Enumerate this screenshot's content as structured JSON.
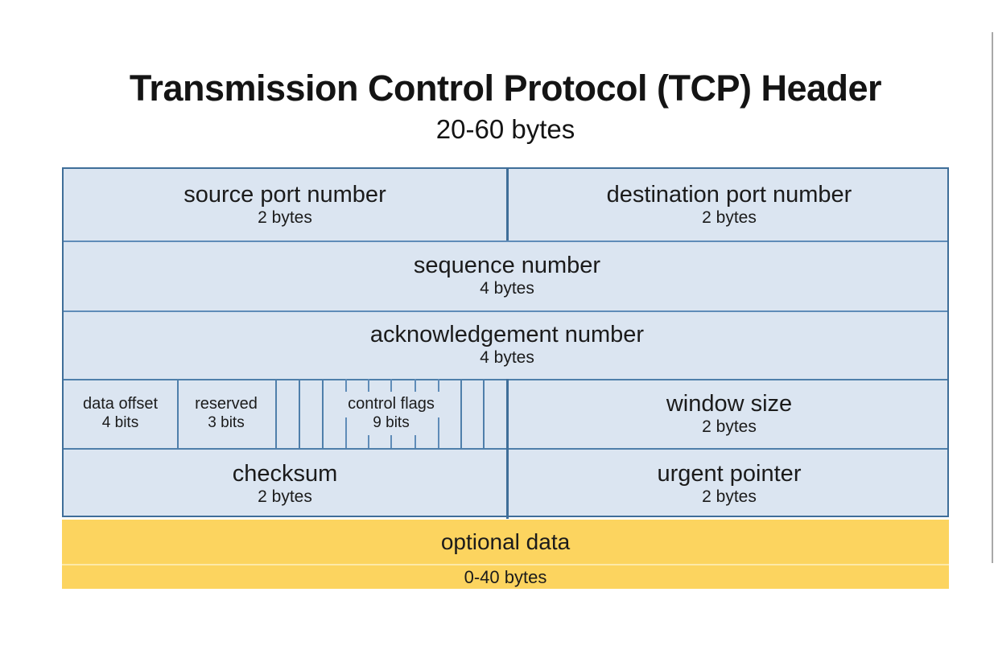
{
  "header": {
    "title": "Transmission Control Protocol (TCP) Header",
    "subtitle": "20-60 bytes"
  },
  "fields": {
    "source_port": {
      "label": "source port number",
      "size": "2 bytes"
    },
    "destination_port": {
      "label": "destination port number",
      "size": "2 bytes"
    },
    "sequence": {
      "label": "sequence number",
      "size": "4 bytes"
    },
    "acknowledgement": {
      "label": "acknowledgement number",
      "size": "4 bytes"
    },
    "data_offset": {
      "label": "data offset",
      "size": "4 bits"
    },
    "reserved": {
      "label": "reserved",
      "size": "3 bits"
    },
    "control_flags": {
      "label": "control flags",
      "size": "9 bits"
    },
    "window_size": {
      "label": "window size",
      "size": "2 bytes"
    },
    "checksum": {
      "label": "checksum",
      "size": "2 bytes"
    },
    "urgent_pointer": {
      "label": "urgent pointer",
      "size": "2 bytes"
    },
    "optional_data": {
      "label": "optional data",
      "size": "0-40 bytes"
    }
  },
  "colors": {
    "cell_fill": "#dbe5f1",
    "border_dark": "#3f6e99",
    "border_light": "#5f8cb8",
    "optional_fill": "#fcd45f",
    "optional_divider": "#fde9a8",
    "text": "#1b1b1b",
    "page_edge_line": "#a8a8a8"
  }
}
